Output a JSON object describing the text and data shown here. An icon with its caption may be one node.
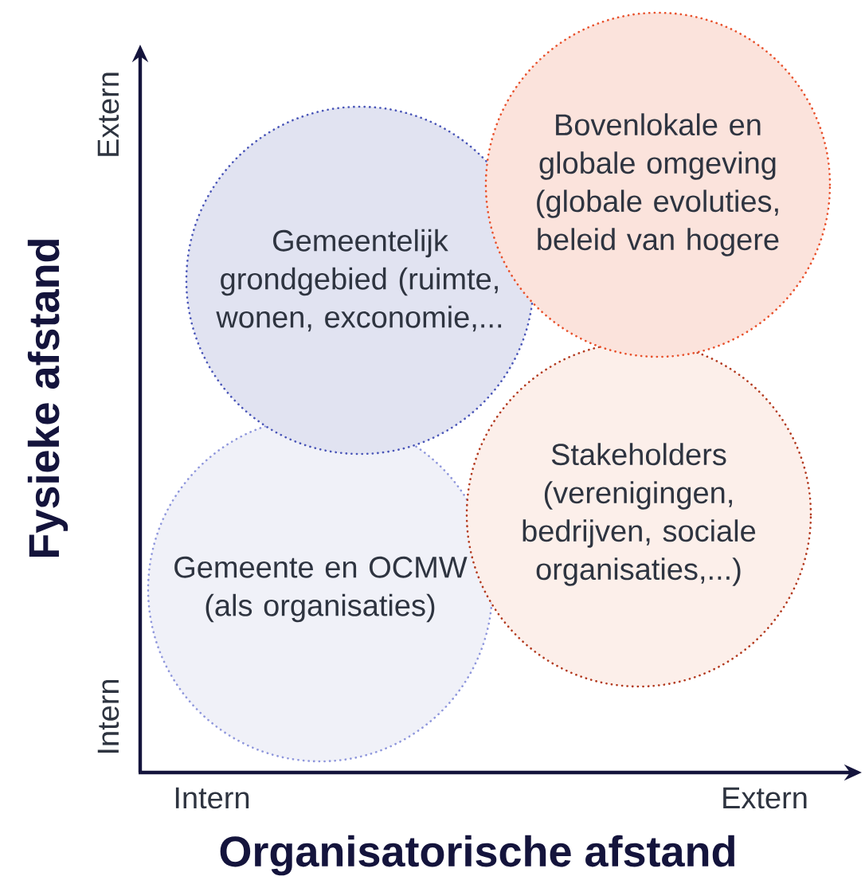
{
  "diagram": {
    "nodes": [
      {
        "text": [
          "Bovenlokale en globale omgeving (globale evoluties, beleid van hogere"
        ]
      },
      {
        "text": [
          "Gemeentelijk grondgebied (ruimte, wonen, exconomie,..."
        ]
      },
      {
        "text": [
          "Stakeholders (verenigingen, bedrijven, sociale organisaties,...)"
        ]
      },
      {
        "text": [
          "Gemeente en OCMW (als organisaties)"
        ]
      }
    ],
    "edges": [],
    "labels": [
      "Extern",
      "Fysieke afstand",
      "Intern",
      "Intern",
      "Extern",
      "Organisatorische afstand"
    ]
  }
}
